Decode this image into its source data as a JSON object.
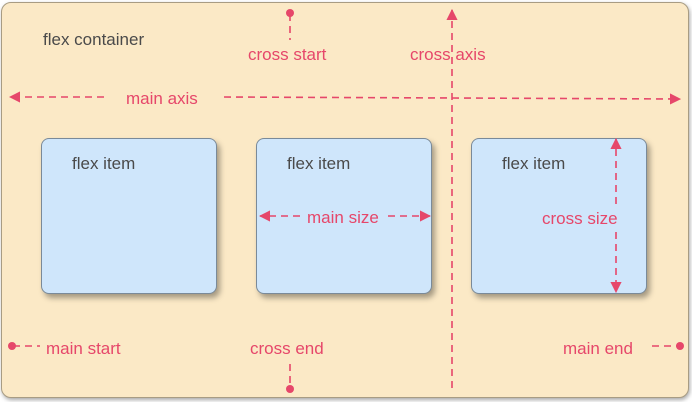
{
  "container_label": "flex container",
  "items": [
    {
      "label": "flex item"
    },
    {
      "label": "flex item"
    },
    {
      "label": "flex item"
    }
  ],
  "annotations": {
    "cross_start": "cross start",
    "cross_axis": "cross axis",
    "main_axis": "main axis",
    "main_size": "main size",
    "cross_size": "cross size",
    "main_start": "main start",
    "cross_end": "cross end",
    "main_end": "main end"
  },
  "colors": {
    "container_bg": "#fbe9c6",
    "item_bg": "#cfe6fb",
    "annotation": "#e6476a",
    "text": "#4a4a4a"
  }
}
